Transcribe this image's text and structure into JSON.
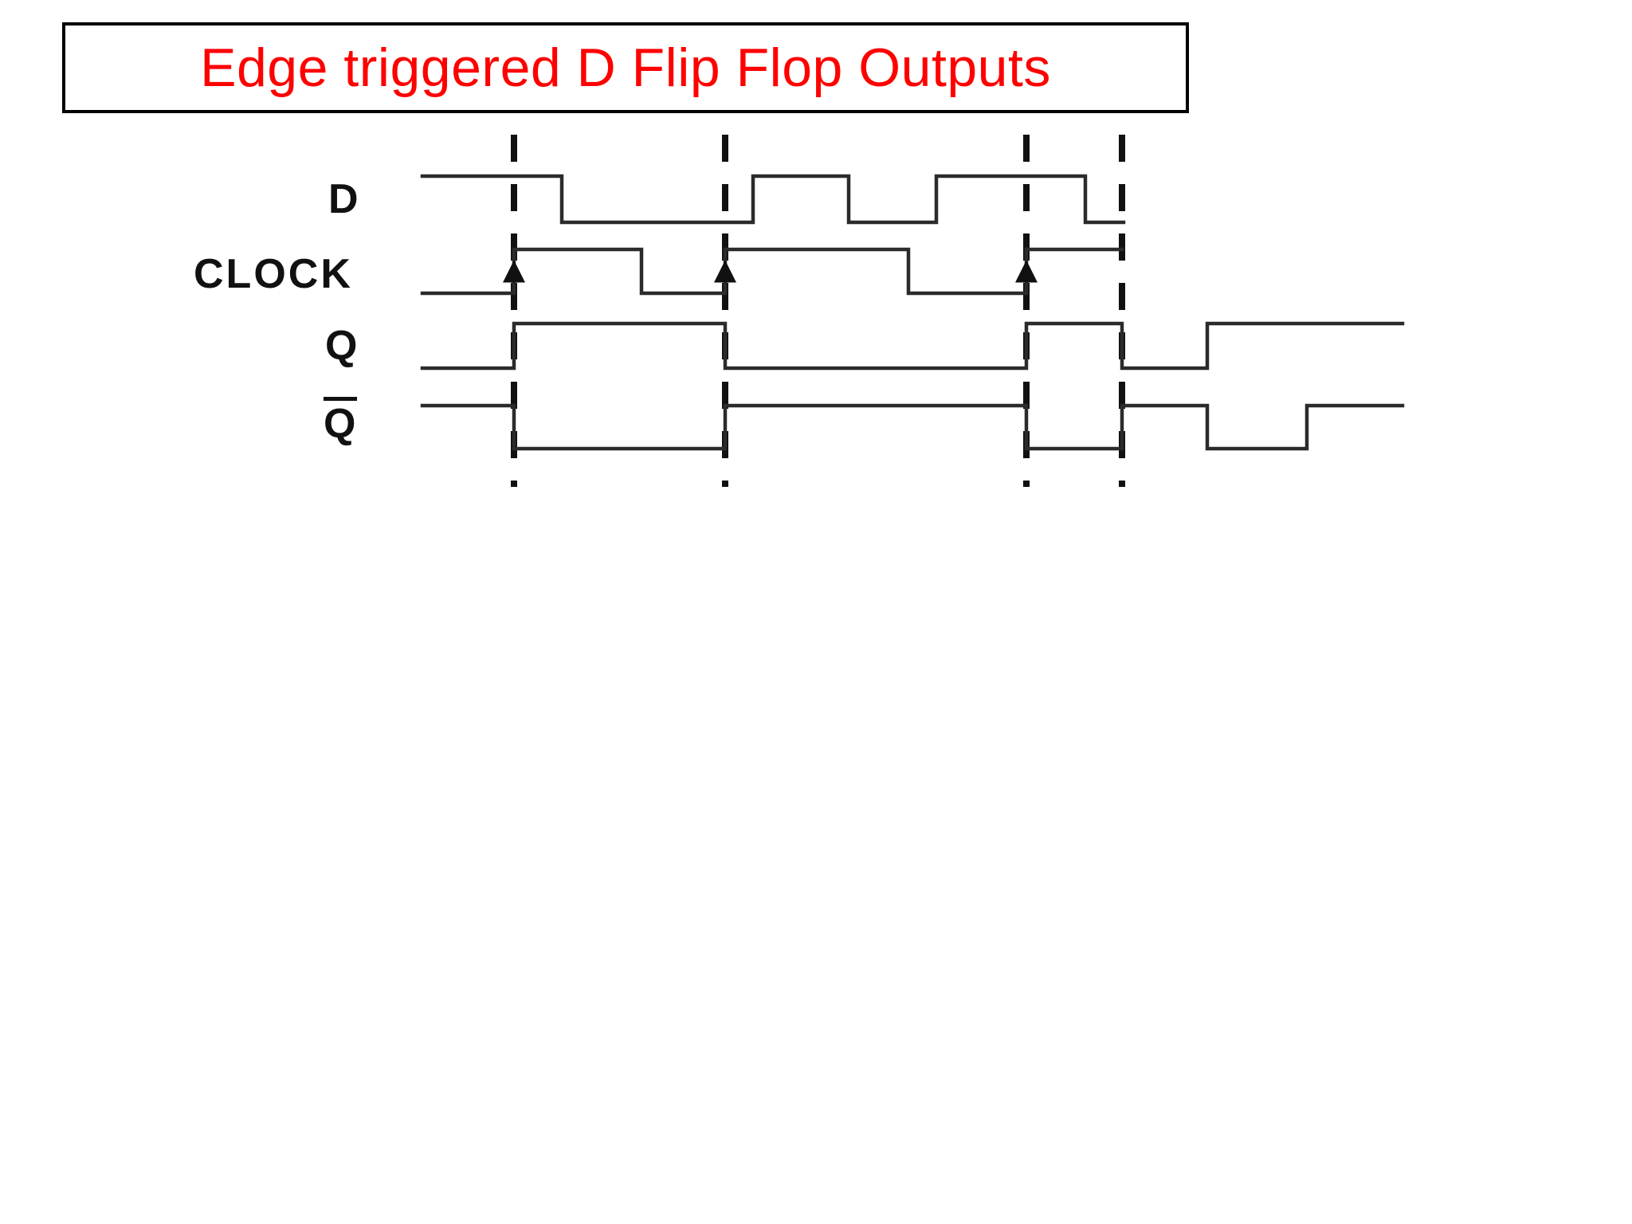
{
  "page": {
    "background_color": "#ffffff"
  },
  "title": {
    "text": "Edge triggered D Flip Flop Outputs",
    "color": "#ff0000",
    "border_color": "#000000",
    "background_color": "#ffffff"
  },
  "diagram": {
    "kind": "digital-timing-waveform",
    "line_color": "#2b2b2b",
    "dashed_line_color": "#111111",
    "signals": [
      {
        "key": "d",
        "label": "D",
        "label_has_overline": false
      },
      {
        "key": "clock",
        "label": "CLOCK",
        "label_has_overline": false
      },
      {
        "key": "q",
        "label": "Q",
        "label_has_overline": false
      },
      {
        "key": "qbar",
        "label": "Q",
        "label_has_overline": true
      }
    ]
  },
  "chart_data": {
    "type": "line",
    "title": "Edge triggered D Flip Flop Outputs",
    "xlabel": "",
    "ylabel": "",
    "description": "Digital timing diagram for a positive edge triggered D flip flop showing D, CLOCK, Q and Q-bar.",
    "x_range": [
      530,
      1760
    ],
    "logic_levels": {
      "low": 0,
      "high": 1
    },
    "grid": false,
    "legend": "none",
    "annotations": {
      "dashed_marker_x": [
        645,
        910,
        1288,
        1408
      ],
      "clock_rising_edge_arrow_x": [
        645,
        910,
        1288
      ],
      "arrow_note": "upward arrowheads mark the positive clock edges that sample D"
    },
    "series": [
      {
        "name": "D",
        "row_y": {
          "high": 221,
          "low": 279
        },
        "start_x": 530,
        "end_x": 1410,
        "start_level": 1,
        "transitions": [
          {
            "x": 705,
            "level": 0
          },
          {
            "x": 945,
            "level": 1
          },
          {
            "x": 1065,
            "level": 0
          },
          {
            "x": 1175,
            "level": 1
          },
          {
            "x": 1362,
            "level": 0
          }
        ]
      },
      {
        "name": "CLOCK",
        "row_y": {
          "high": 313,
          "low": 368
        },
        "start_x": 530,
        "end_x": 1408,
        "start_level": 0,
        "transitions": [
          {
            "x": 645,
            "level": 1
          },
          {
            "x": 805,
            "level": 0
          },
          {
            "x": 910,
            "level": 1
          },
          {
            "x": 1140,
            "level": 0
          },
          {
            "x": 1288,
            "level": 1
          }
        ]
      },
      {
        "name": "Q",
        "row_y": {
          "high": 406,
          "low": 462
        },
        "start_x": 530,
        "end_x": 1760,
        "start_level": 0,
        "transitions": [
          {
            "x": 645,
            "level": 1
          },
          {
            "x": 910,
            "level": 0
          },
          {
            "x": 1288,
            "level": 1
          },
          {
            "x": 1408,
            "level": 0
          },
          {
            "x": 1515,
            "level": 1
          }
        ]
      },
      {
        "name": "Q̄",
        "row_y": {
          "high": 509,
          "low": 563
        },
        "start_x": 530,
        "end_x": 1760,
        "start_level": 1,
        "transitions": [
          {
            "x": 645,
            "level": 0
          },
          {
            "x": 910,
            "level": 1
          },
          {
            "x": 1288,
            "level": 0
          },
          {
            "x": 1408,
            "level": 1
          },
          {
            "x": 1515,
            "level": 0
          },
          {
            "x": 1640,
            "level": 1
          }
        ]
      }
    ]
  }
}
